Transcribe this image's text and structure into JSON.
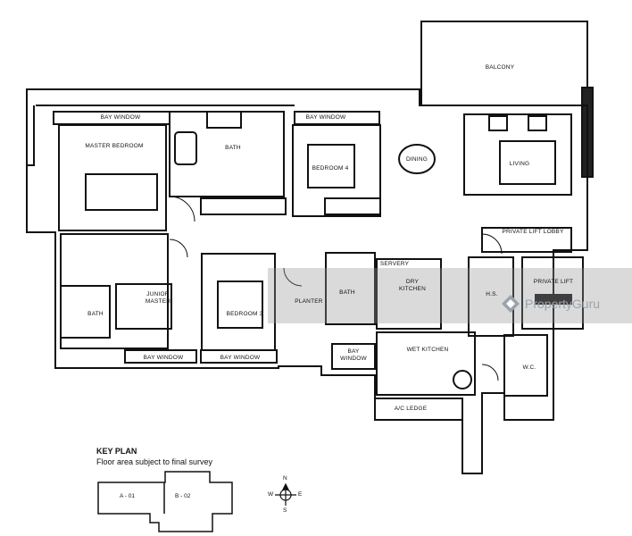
{
  "rooms": {
    "balcony": "BALCONY",
    "bay_window_1": "BAY WINDOW",
    "bay_window_2": "BAY WINDOW",
    "master_bedroom": "MASTER BEDROOM",
    "bath_1": "BATH",
    "bedroom_4": "BEDROOM 4",
    "dining": "DINING",
    "living": "LIVING",
    "private_lift_lobby": "PRIVATE LIFT LOBBY",
    "servery": "SERVERY",
    "dry_kitchen": "DRY KITCHEN",
    "junior_master": "JUNIOR MASTER",
    "bath_2": "BATH",
    "bedroom_3": "BEDROOM 3",
    "planter": "PLANTER",
    "bath_3": "BATH",
    "hs": "H.S.",
    "private_lift": "PRIVATE LIFT",
    "wet_kitchen": "WET KITCHEN",
    "wc": "W.C.",
    "bay_window_3": "BAY WINDOW",
    "bay_window_4": "BAY WINDOW",
    "bay_window_5": "BAY WINDOW",
    "ac_ledge": "A/C LEDGE"
  },
  "key_plan": {
    "title": "KEY PLAN",
    "subtitle": "Floor area subject to final survey",
    "unit_a": "A - 01",
    "unit_b": "B - 02"
  },
  "compass": {
    "n": "N",
    "w": "W",
    "e": "E",
    "s": "S"
  },
  "watermark": {
    "text": "PropertyGuru"
  }
}
